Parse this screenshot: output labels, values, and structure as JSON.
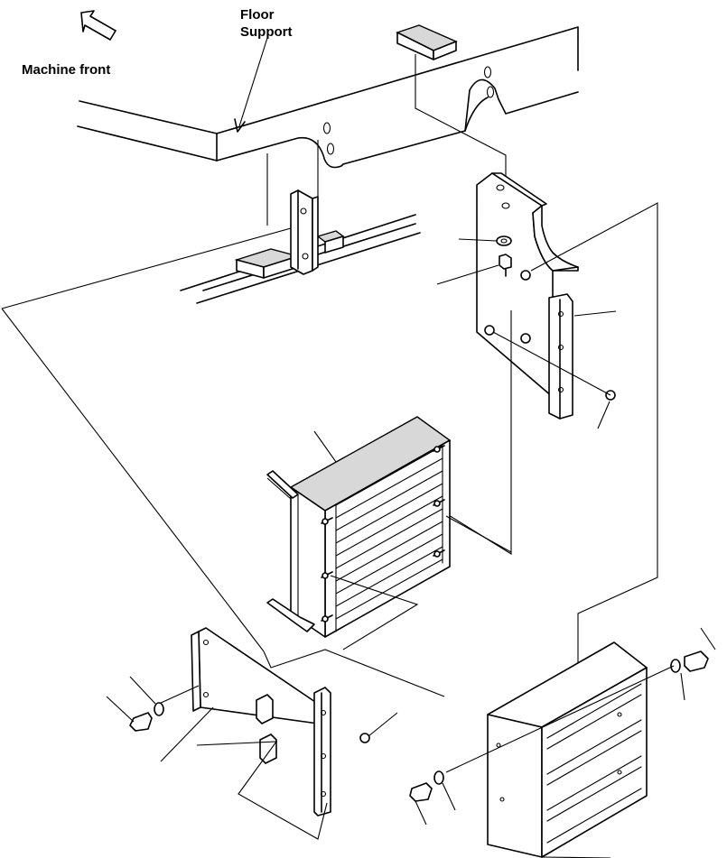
{
  "labels": {
    "machine_front": "Machine front",
    "floor_support_line1": "Floor",
    "floor_support_line2": "Support"
  },
  "colors": {
    "ink": "#000000",
    "paper": "#ffffff",
    "shade": "#d8d8d8"
  },
  "icons": {
    "direction_arrow": "arrow-up-left-icon"
  }
}
